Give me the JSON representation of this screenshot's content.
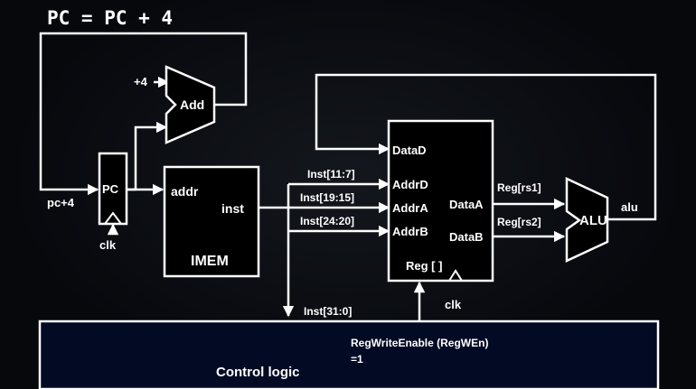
{
  "title": "PC = PC + 4",
  "adder": {
    "increment_label": "+4",
    "label": "Add"
  },
  "pc": {
    "label": "PC",
    "clk_label": "clk",
    "input_label": "pc+4"
  },
  "imem": {
    "label": "IMEM",
    "addr_label": "addr",
    "inst_label": "inst"
  },
  "regfile": {
    "label": "Reg [ ]",
    "port_datad": "DataD",
    "port_addrd": "AddrD",
    "port_addra": "AddrA",
    "port_addrb": "AddrB",
    "port_dataa": "DataA",
    "port_datab": "DataB",
    "clk_label": "clk"
  },
  "wires": {
    "inst_11_7": "Inst[11:7]",
    "inst_19_15": "Inst[19:15]",
    "inst_24_20": "Inst[24:20]",
    "inst_31_0": "Inst[31:0]",
    "reg_rs1": "Reg[rs1]",
    "reg_rs2": "Reg[rs2]"
  },
  "alu": {
    "label": "ALU",
    "output_label": "alu"
  },
  "control": {
    "label": "Control logic",
    "signal_line1": "RegWriteEnable (RegWEn)",
    "signal_line2": "=1"
  },
  "colors": {
    "background": "#06080c",
    "control_fill": "#020a24",
    "stroke": "#ffffff"
  }
}
